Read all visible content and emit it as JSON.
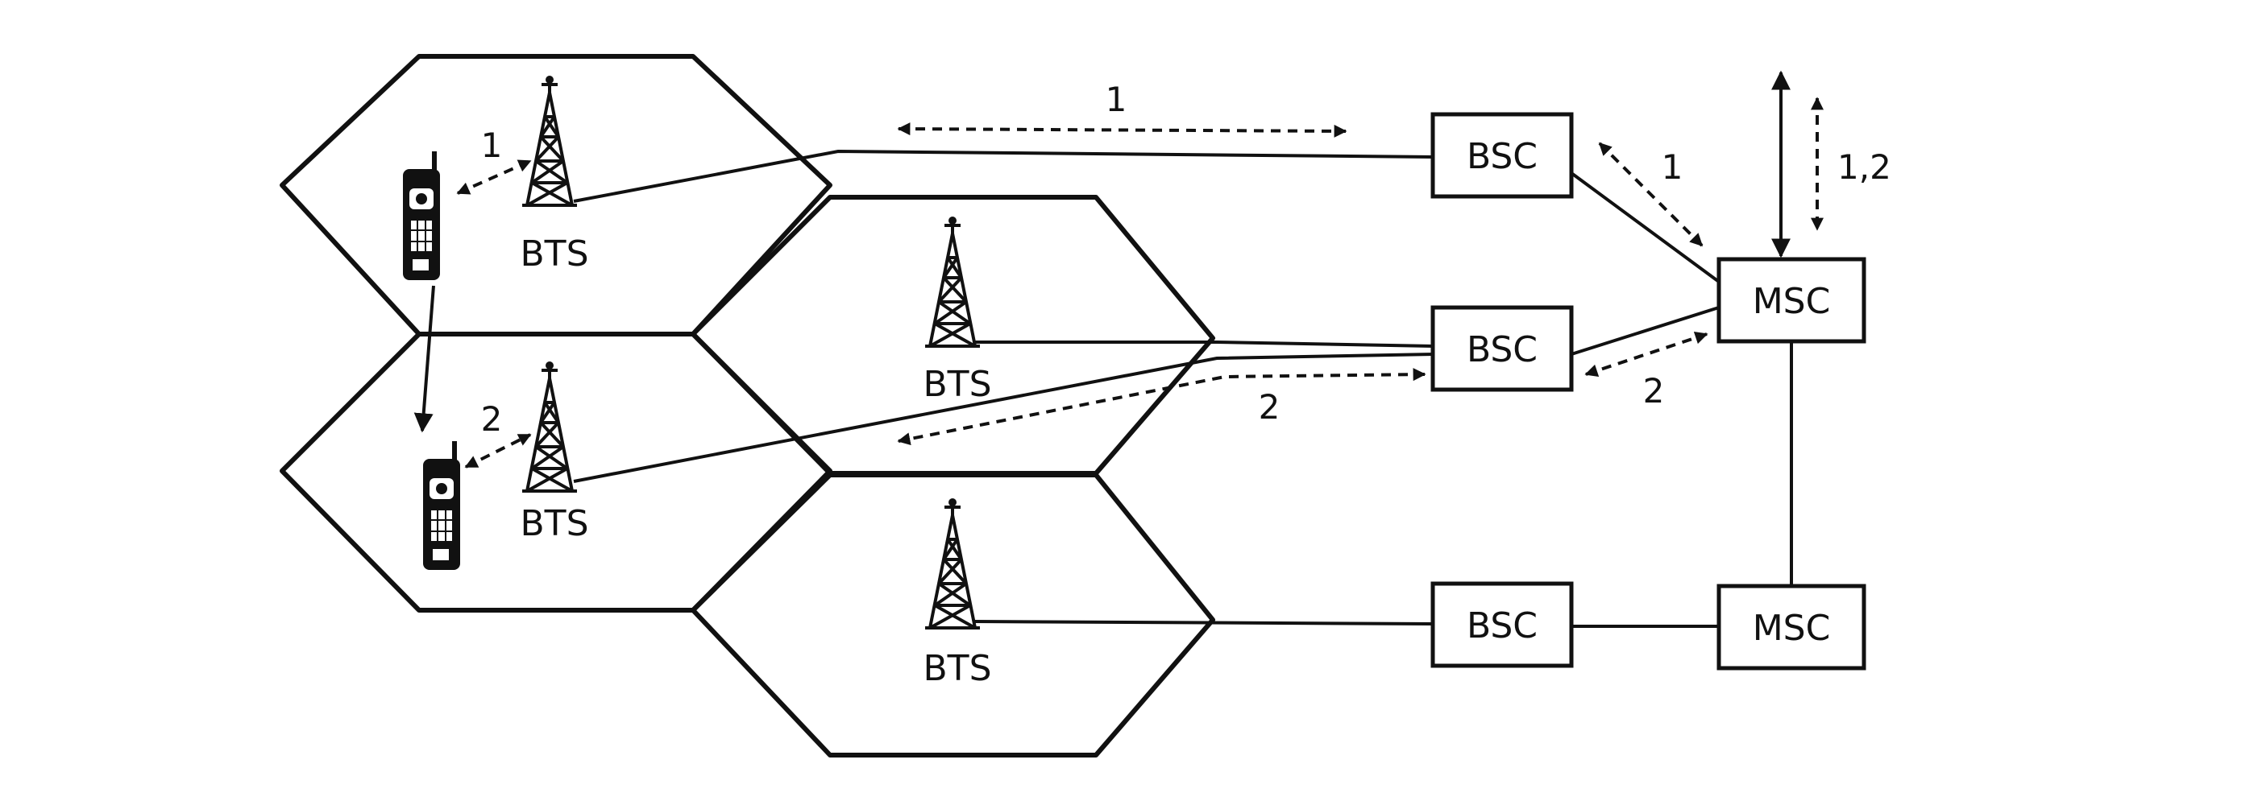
{
  "labels": {
    "bts": "BTS",
    "bsc": "BSC",
    "msc": "MSC"
  },
  "paths": {
    "one": "1",
    "two": "2",
    "one_two": "1,2"
  },
  "colors": {
    "ink": "#111111",
    "background": "#ffffff"
  }
}
